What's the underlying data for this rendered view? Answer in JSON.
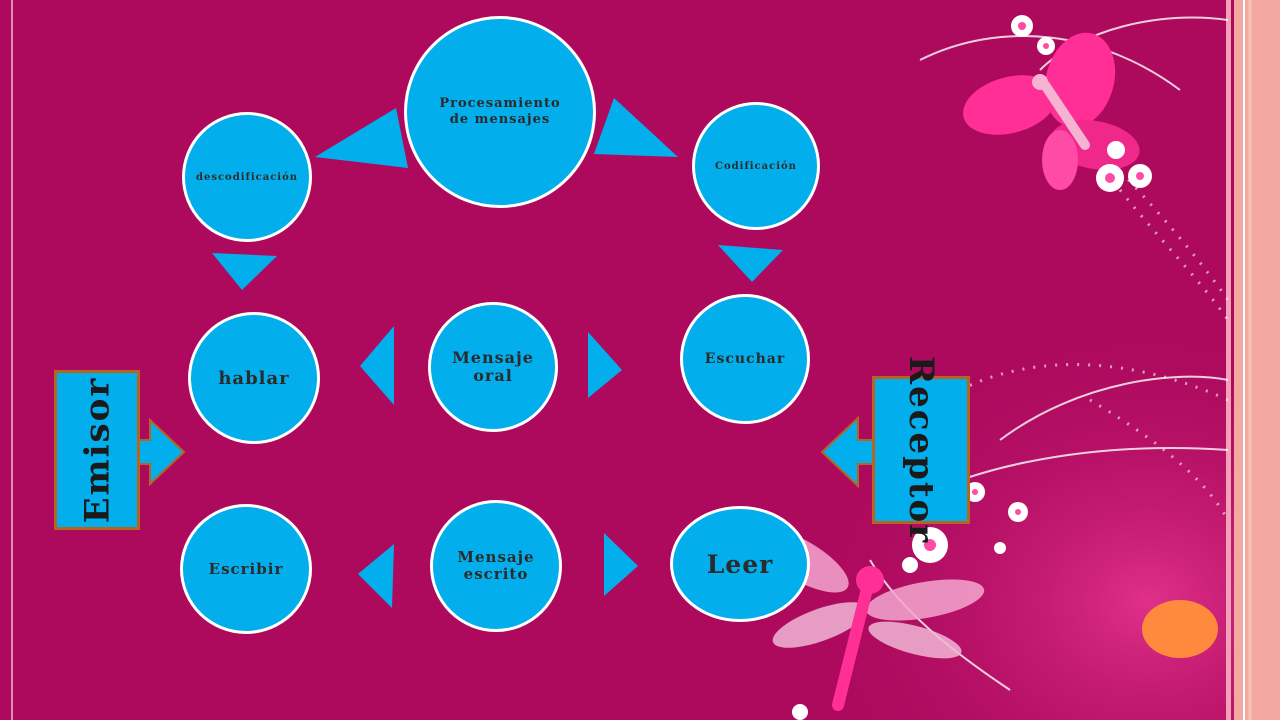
{
  "nodes": {
    "procesamiento": "Procesamiento de mensajes",
    "codificacion": "Codificación",
    "descodificacion": "descodificación",
    "hablar": "hablar",
    "mensaje_oral": "Mensaje oral",
    "escuchar": "Escuchar",
    "escribir": "Escribir",
    "mensaje_escrito": "Mensaje escrito",
    "leer": "Leer"
  },
  "labels": {
    "emisor": "Emisor",
    "receptor": "Receptor"
  },
  "colors": {
    "background": "#ad0a5e",
    "node_fill": "#03aeec",
    "node_border": "#ffffff",
    "accent_orange": "#ff8a3d",
    "callout_border": "#b5651d"
  }
}
